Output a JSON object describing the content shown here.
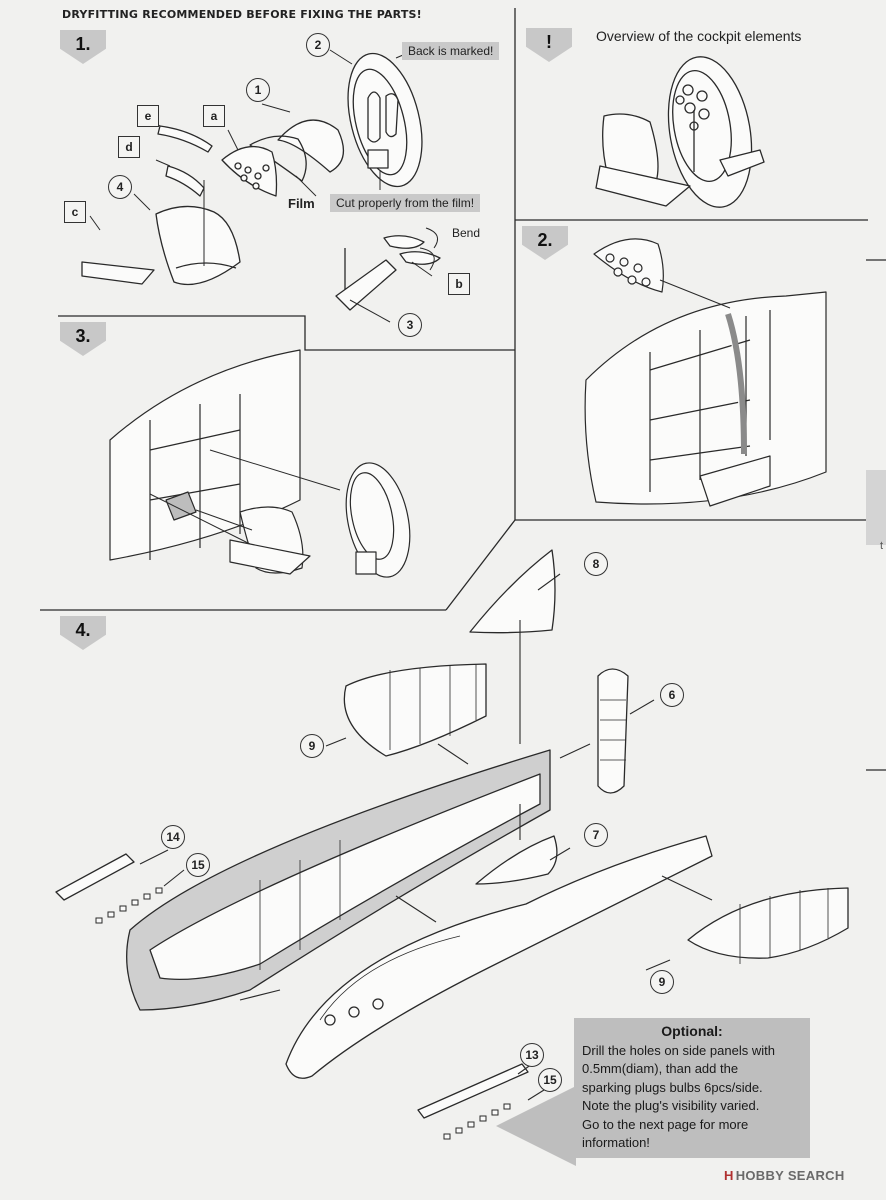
{
  "header": {
    "title": "DRYFITTING RECOMMENDED BEFORE FIXING THE PARTS!"
  },
  "steps": [
    {
      "label": "1."
    },
    {
      "label": "!"
    },
    {
      "label": "2."
    },
    {
      "label": "3."
    },
    {
      "label": "4."
    }
  ],
  "step1": {
    "back_marked": "Back is marked!",
    "cut_film": "Cut properly from the film!",
    "film": "Film",
    "bend": "Bend",
    "part_numbers": [
      "2",
      "1",
      "4",
      "3"
    ],
    "part_letters": [
      "e",
      "a",
      "d",
      "c",
      "b"
    ]
  },
  "overview": {
    "title": "Overview of the cockpit elements"
  },
  "step4": {
    "part_numbers": [
      "8",
      "6",
      "9",
      "7",
      "14",
      "15",
      "9",
      "13",
      "15"
    ]
  },
  "optional": {
    "title": "Optional:",
    "lines": [
      "Drill the holes on side panels with",
      "0.5mm(diam), than add the",
      "sparking plugs bulbs 6pcs/side.",
      "Note the plug's visibility varied.",
      "Go to the next page for more",
      "information!"
    ]
  },
  "watermark": {
    "logo": "H",
    "text": "HOBBY SEARCH"
  },
  "side_letter": "t"
}
